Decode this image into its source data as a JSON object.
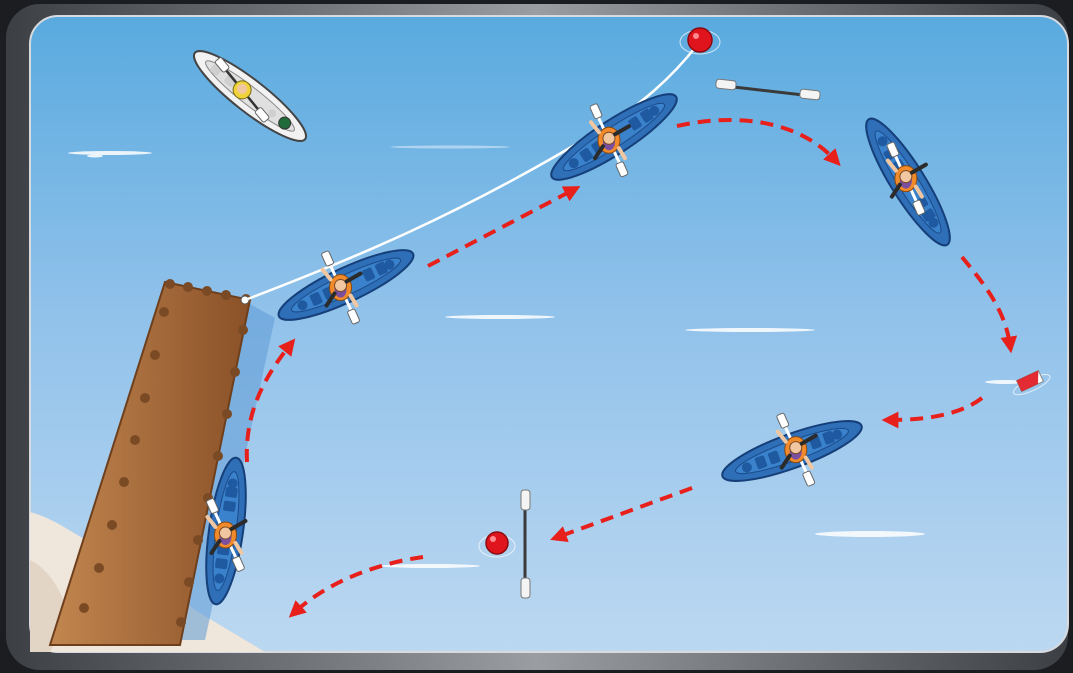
{
  "scene": {
    "colors": {
      "frame": "#5b5e63",
      "frame_highlight": "#c9ccd0",
      "water_top": "#5aaee0",
      "water_bottom": "#b4d4ef",
      "pier": "#a8683a",
      "pier_dark": "#7a4a24",
      "kayak": "#2f6fb8",
      "kayak_edge": "#163f79",
      "white_kayak": "#f2f2f2",
      "paddler_vest": "#f08a2a",
      "buoy": "#e0141d",
      "arrow": "#e8201c",
      "rope": "#ffffff",
      "sand": "#efe6dc"
    },
    "kayakers": [
      {
        "name": "kayaker-at-pier-bottom"
      },
      {
        "name": "kayaker-leaving-pier"
      },
      {
        "name": "kayaker-upper-middle"
      },
      {
        "name": "kayaker-right-turning"
      },
      {
        "name": "kayaker-lower-right"
      },
      {
        "name": "kayaker-white-kayak"
      }
    ],
    "objects": [
      "red-buoy-icon",
      "floating-paddle-icon",
      "red-white-float-icon",
      "pier",
      "tow-rope"
    ],
    "arrow_count": 7
  }
}
